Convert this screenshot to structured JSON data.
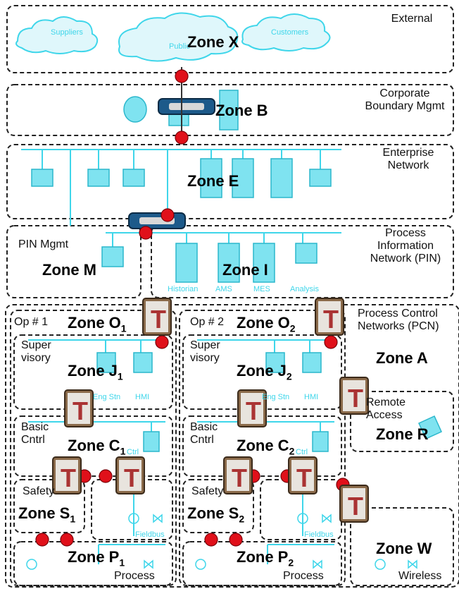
{
  "regions": {
    "external": "External",
    "corporate": [
      "Corporate",
      "Boundary Mgmt"
    ],
    "enterprise": [
      "Enterprise",
      "Network"
    ],
    "pin": [
      "Process",
      "Information",
      "Network (PIN)"
    ],
    "pcn": [
      "Process Control",
      "Networks (PCN)"
    ],
    "pin_mgmt": "PIN Mgmt",
    "op1": "Op # 1",
    "op2": "Op # 2",
    "supervisory": [
      "Super",
      "visory"
    ],
    "basic_cntrl": [
      "Basic",
      "Cntrl"
    ],
    "safety": "Safety",
    "process": "Process",
    "remote_access": [
      "Remote",
      "Access"
    ],
    "wireless": "Wireless"
  },
  "zones": {
    "x": "Zone X",
    "b": "Zone B",
    "e": "Zone E",
    "m": "Zone M",
    "i": "Zone I",
    "a": "Zone A",
    "r": "Zone R",
    "w": "Zone W",
    "o1": {
      "base": "Zone O",
      "sub": "1"
    },
    "o2": {
      "base": "Zone O",
      "sub": "2"
    },
    "j1": {
      "base": "Zone J",
      "sub": "1"
    },
    "j2": {
      "base": "Zone J",
      "sub": "2"
    },
    "c1": {
      "base": "Zone C",
      "sub": "1"
    },
    "c2": {
      "base": "Zone C",
      "sub": "2"
    },
    "s1": {
      "base": "Zone S",
      "sub": "1"
    },
    "s2": {
      "base": "Zone S",
      "sub": "2"
    },
    "p1": {
      "base": "Zone P",
      "sub": "1"
    },
    "p2": {
      "base": "Zone P",
      "sub": "2"
    }
  },
  "device_labels": {
    "suppliers": "Suppliers",
    "customers": "Customers",
    "public": "Public",
    "historian": "Historian",
    "ams": "AMS",
    "mes": "MES",
    "analysis": "Analysis",
    "eng_stn_1": "Eng Stn",
    "hmi_1": "HMI",
    "eng_stn_2": "Eng Stn",
    "hmi_2": "HMI",
    "fieldbus_1": "Fieldbus",
    "fieldbus_2": "Fieldbus",
    "ctrl_1": "Ctrl",
    "ctrl_2": "Ctrl"
  },
  "colors": {
    "network": "#3fd6ea",
    "conduit": "#e0101a",
    "border": "#222222",
    "firewall_body": "#8a6a4a",
    "router_body": "#1d5a8a"
  }
}
